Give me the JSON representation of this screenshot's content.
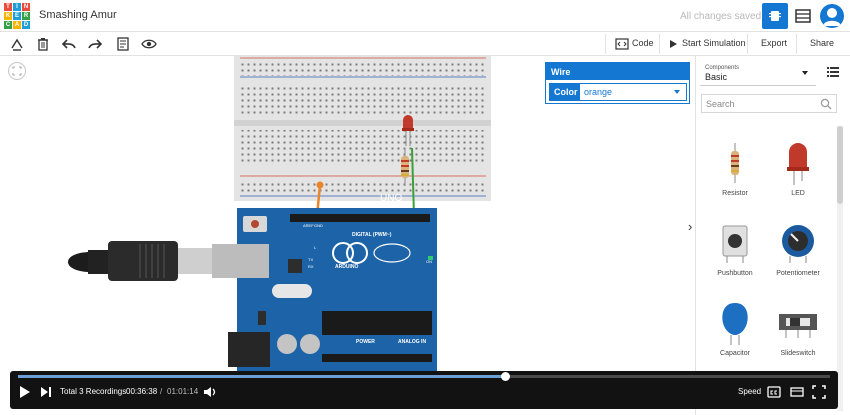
{
  "app": {
    "project_title": "Smashing Amur",
    "save_status": "All changes saved",
    "logo_letters": [
      "TIN",
      "KER",
      "CAD"
    ]
  },
  "toolbar": {
    "code_label": "Code",
    "start_simulation_label": "Start Simulation",
    "export_label": "Export",
    "share_label": "Share"
  },
  "inspector": {
    "title": "Wire",
    "color_label": "Color",
    "color_value": "orange"
  },
  "panel": {
    "components_label": "Components",
    "components_value": "Basic",
    "search_placeholder": "Search",
    "items": [
      {
        "label": "Resistor"
      },
      {
        "label": "LED"
      },
      {
        "label": "Pushbutton"
      },
      {
        "label": "Potentiometer"
      },
      {
        "label": "Capacitor"
      },
      {
        "label": "Slideswitch"
      }
    ]
  },
  "board": {
    "digital_label": "DIGITAL (PWM~)",
    "brand_label": "ARDUINO",
    "model_label": "UNO",
    "power_label": "POWER",
    "analog_label": "ANALOG IN",
    "on_label": "ON",
    "l_label": "L",
    "tx_label": "TX",
    "rx_label": "RX",
    "aref_label": "AREF",
    "gnd_label": "GND"
  },
  "player": {
    "recordings_label": "Total 3 Recordings",
    "current_time": "00:36:38",
    "separator": "/",
    "total_time": "01:01:14",
    "speed_label": "Speed",
    "progress": 0.6
  },
  "colors": {
    "accent": "#1477d1",
    "board_blue": "#1c63a7",
    "wire_orange": "#e8852b",
    "wire_green": "#3aa13a"
  }
}
